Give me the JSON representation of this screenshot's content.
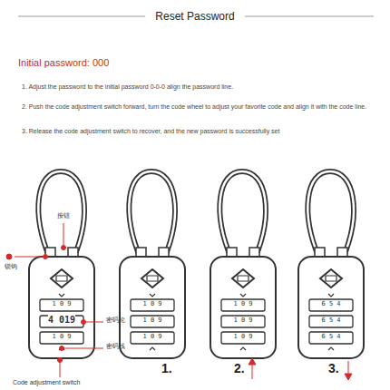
{
  "diagram": {
    "title": "Reset Password",
    "labels": [
      "Initial password: 000",
      "1. Adjust the password to the initial password 0-0-0 align the password line.",
      "2. Push the code adjustment switch forward, turn the code wheel to adjust your favorite code and align it with the code line.",
      "3. Release the code adjustment switch to recover, and the new password is successfully set",
      "按钮",
      "锁钩",
      "密码轮",
      "密码线",
      "Code adjustment switch",
      "1 0 9",
      "4 019",
      "1 0 9",
      "1 0 9",
      "1 0 9",
      "1 0 9",
      "1 0 9",
      "1 0 9",
      "1 0 9",
      "6 5 4",
      "6 5 4",
      "6 5 4",
      "1.",
      "2.",
      "3."
    ]
  }
}
